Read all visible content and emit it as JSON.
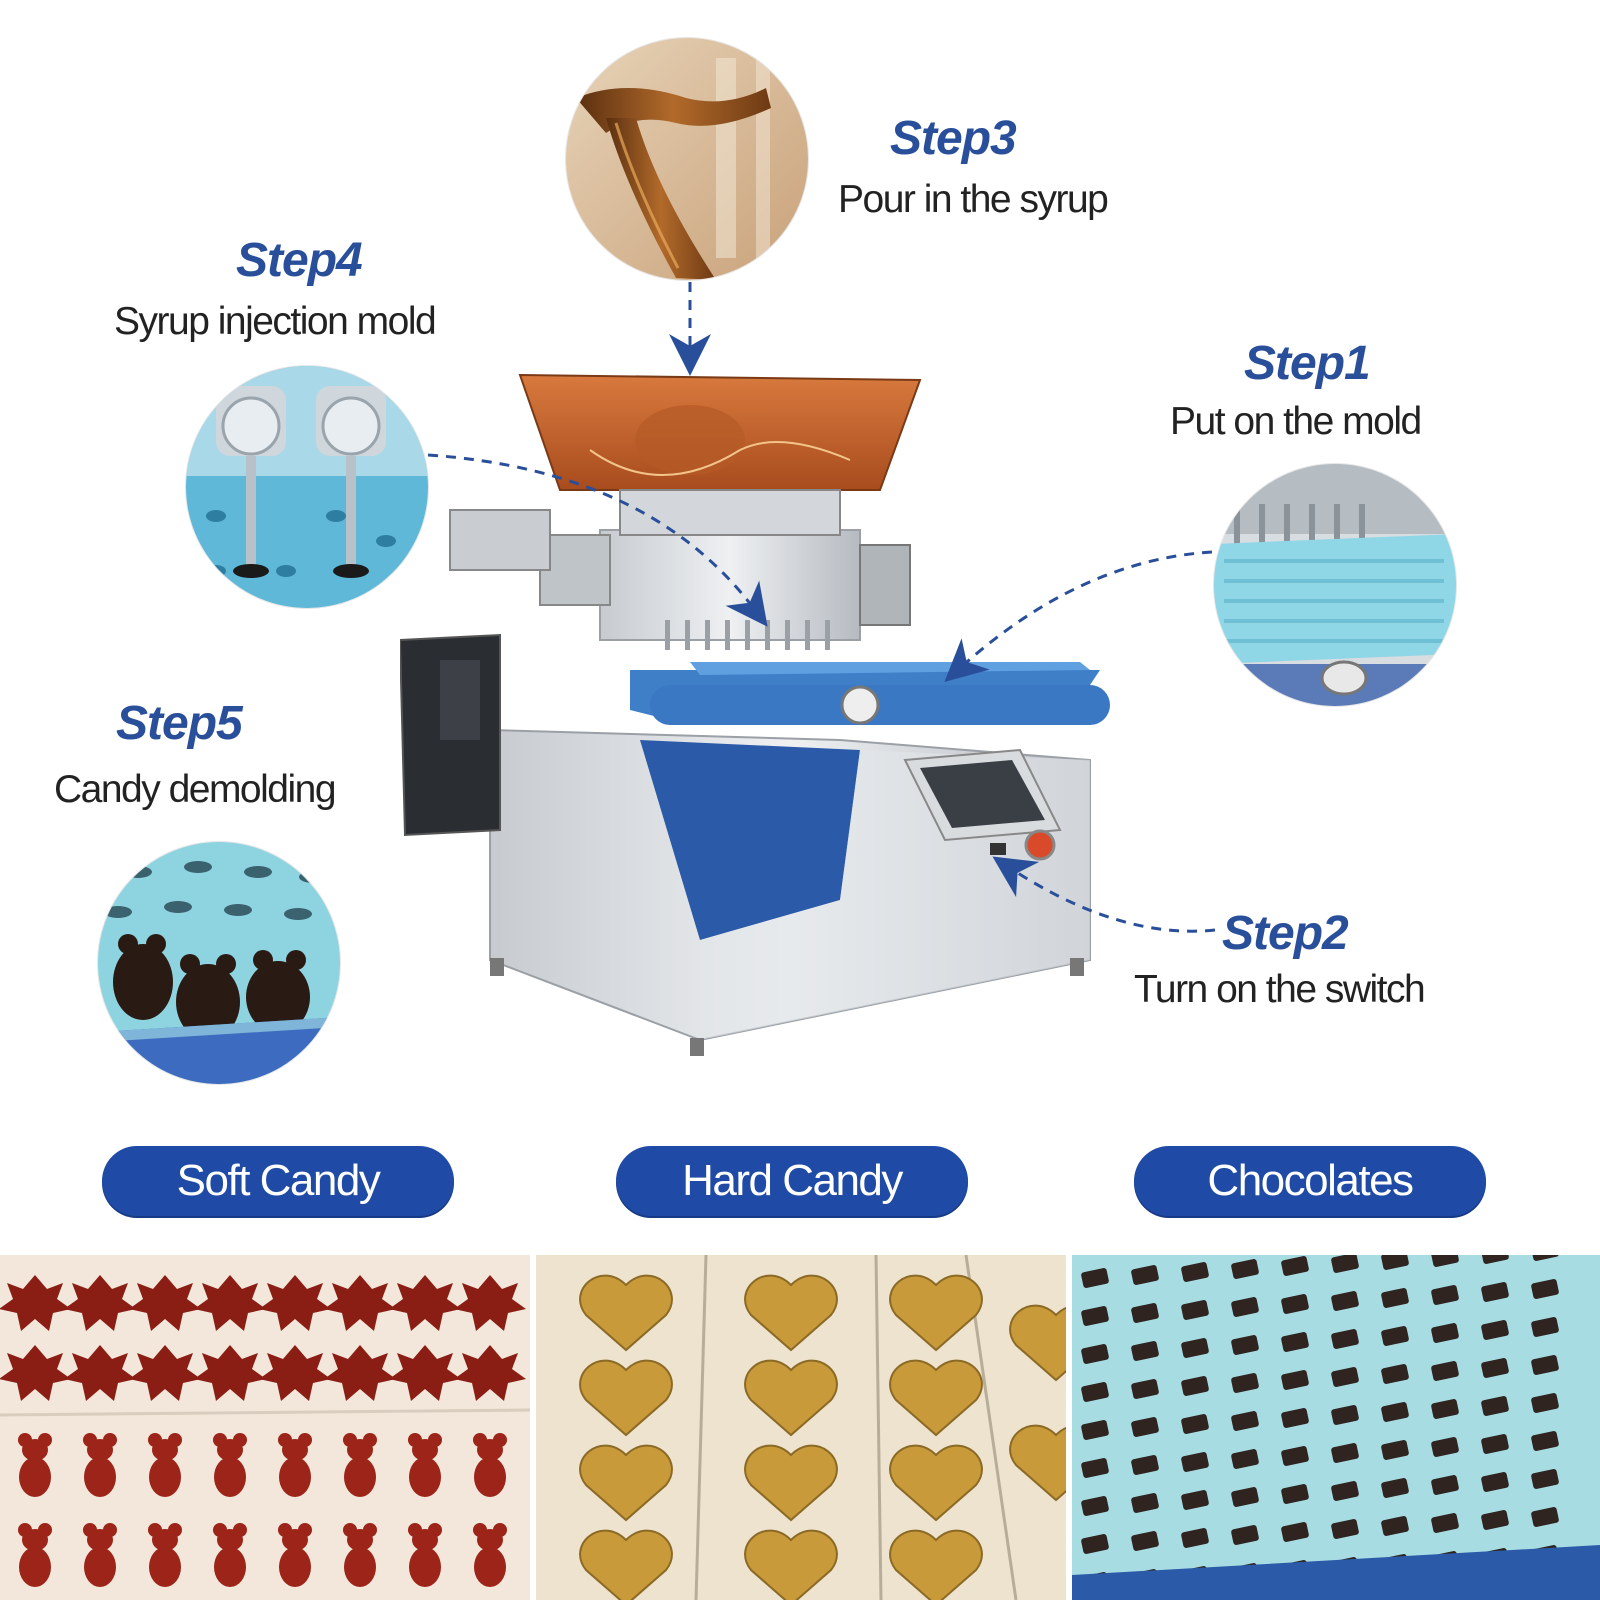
{
  "steps": {
    "step1": {
      "title": "Step1",
      "desc": "Put on the mold"
    },
    "step2": {
      "title": "Step2",
      "desc": "Turn on the switch"
    },
    "step3": {
      "title": "Step3",
      "desc": "Pour in the syrup"
    },
    "step4": {
      "title": "Step4",
      "desc": "Syrup injection mold"
    },
    "step5": {
      "title": "Step5",
      "desc": "Candy demolding"
    }
  },
  "categories": [
    "Soft Candy",
    "Hard Candy",
    "Chocolates"
  ],
  "colors": {
    "accent": "#2a4f9a",
    "pill": "#1f4aa6",
    "machine_blue": "#2a5aa8",
    "hopper": "#c8642e",
    "mold_blue": "#8fd6e6"
  }
}
